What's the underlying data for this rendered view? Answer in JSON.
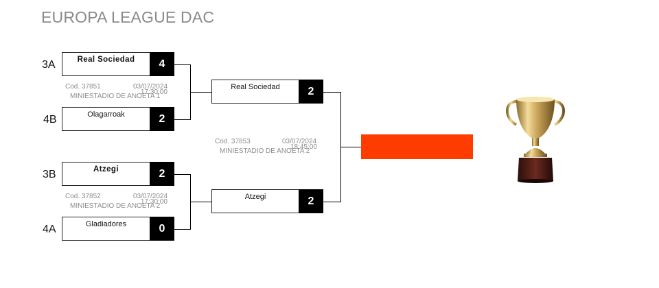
{
  "title": "EUROPA LEAGUE DAC",
  "round1": {
    "match1": {
      "top": {
        "seed": "3A",
        "name": "Real Sociedad",
        "score": "4"
      },
      "bottom": {
        "seed": "4B",
        "name": "Olagarroak",
        "score": "2"
      },
      "code": "Cod. 37851",
      "date": "03/07/2024",
      "time": "17:30:00",
      "venue": "MINIESTADIO DE ANOETA 1"
    },
    "match2": {
      "top": {
        "seed": "3B",
        "name": "Atzegi",
        "score": "2"
      },
      "bottom": {
        "seed": "4A",
        "name": "Gladiadores",
        "score": "0"
      },
      "code": "Cod. 37852",
      "date": "03/07/2024",
      "time": "17:30:00",
      "venue": "MINIESTADIO DE ANOETA 2"
    }
  },
  "round2": {
    "top": {
      "name": "Real Sociedad",
      "score": "2"
    },
    "bottom": {
      "name": "Atzegi",
      "score": "2"
    },
    "code": "Cod. 37853",
    "date": "03/07/2024",
    "time": "18:45:00",
    "venue": "MINIESTADIO DE ANOETA 2"
  },
  "final": {
    "color": "#ff3c00"
  },
  "icons": {
    "trophy": "trophy-icon"
  }
}
